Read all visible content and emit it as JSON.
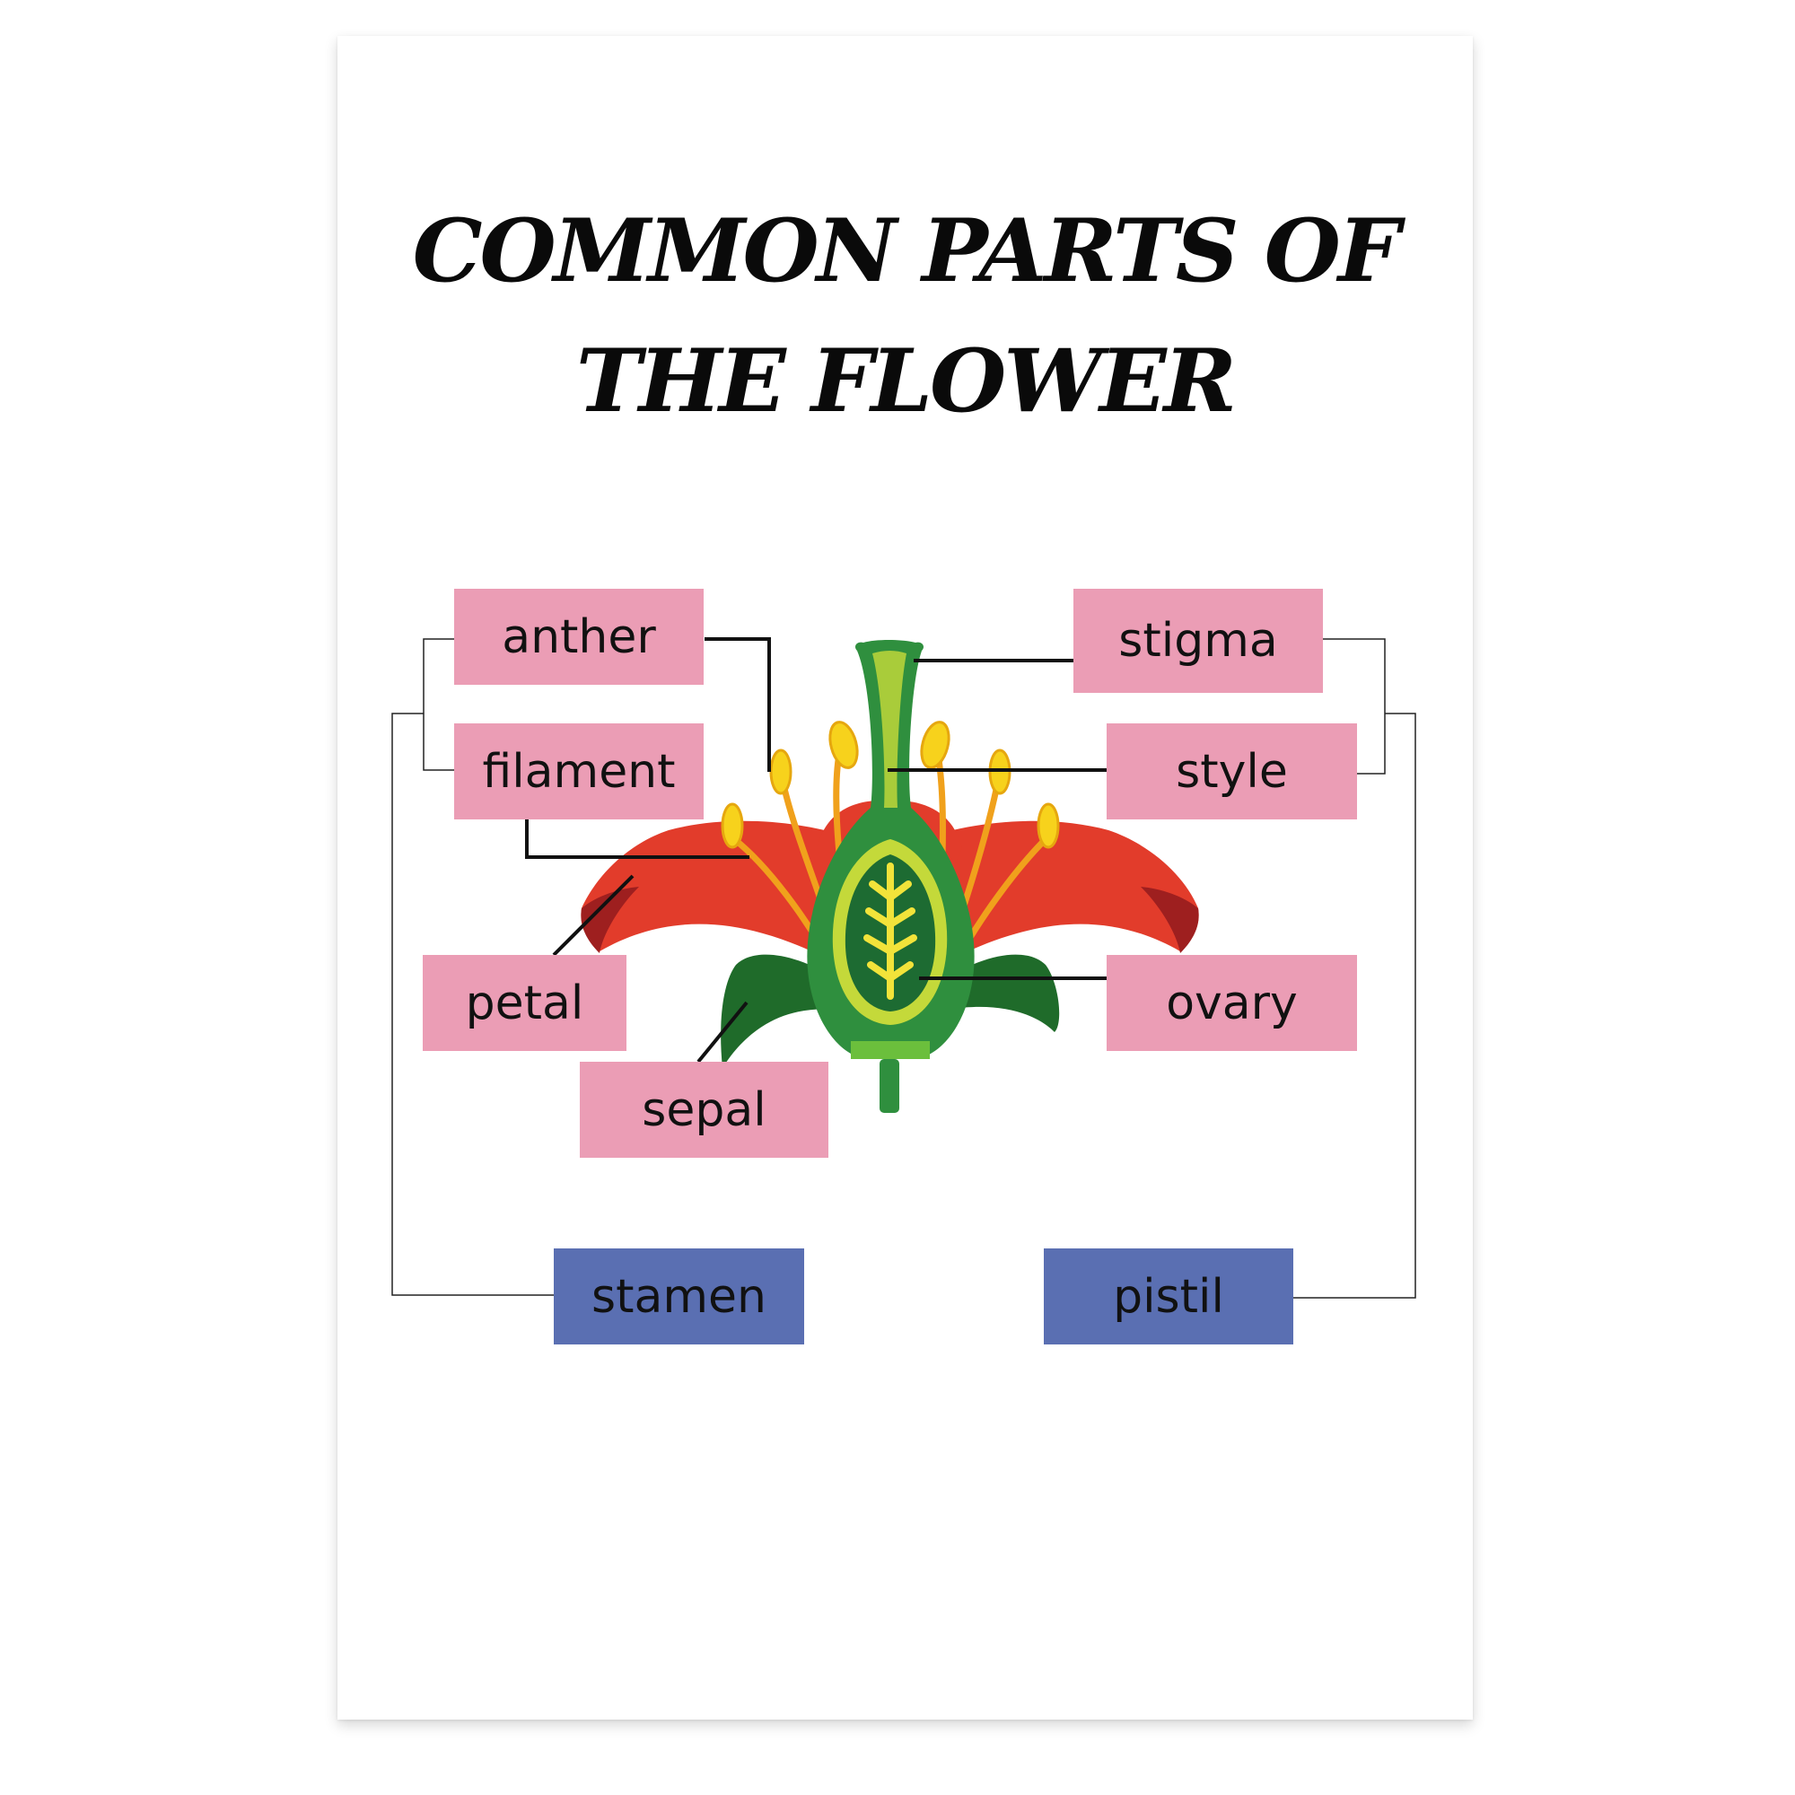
{
  "title": {
    "line1": "COMMON PARTS OF",
    "line2": "THE FLOWER"
  },
  "labels": {
    "anther": "anther",
    "filament": "filament",
    "petal": "petal",
    "sepal": "sepal",
    "stigma": "stigma",
    "style": "style",
    "ovary": "ovary",
    "stamen": "stamen",
    "pistil": "pistil"
  },
  "colors": {
    "part_label_bg": "#eb9db5",
    "group_label_bg": "#5a6fb2",
    "petal": "#e23c2b",
    "petal_shade": "#9e1f1f",
    "sepal": "#2e7d32",
    "pistil": "#2f8f3e",
    "stamen_filament": "#f0a11c",
    "anther": "#f7d21c"
  }
}
